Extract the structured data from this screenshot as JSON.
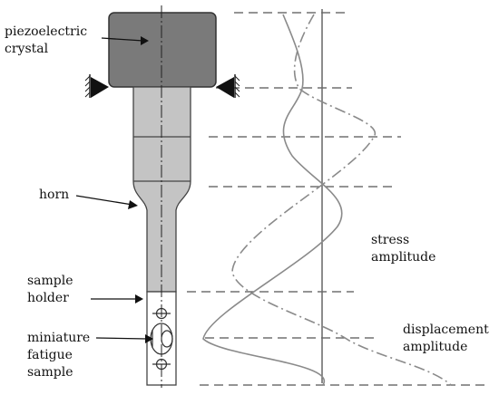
{
  "labels": {
    "piezo_line1": "piezoelectric",
    "piezo_line2": "crystal",
    "horn": "horn",
    "holder_line1": "sample",
    "holder_line2": "holder",
    "sample_line1": "miniature",
    "sample_line2": "fatigue",
    "sample_line3": "sample",
    "stress_line1": "stress",
    "stress_line2": "amplitude",
    "disp_line1": "displacement",
    "disp_line2": "amplitude"
  },
  "colors": {
    "crystal_fill": "#7a7a7a",
    "horn_fill": "#c4c4c4",
    "outline": "#333333",
    "curve": "#8a8a8a",
    "dashes": "#555555"
  }
}
